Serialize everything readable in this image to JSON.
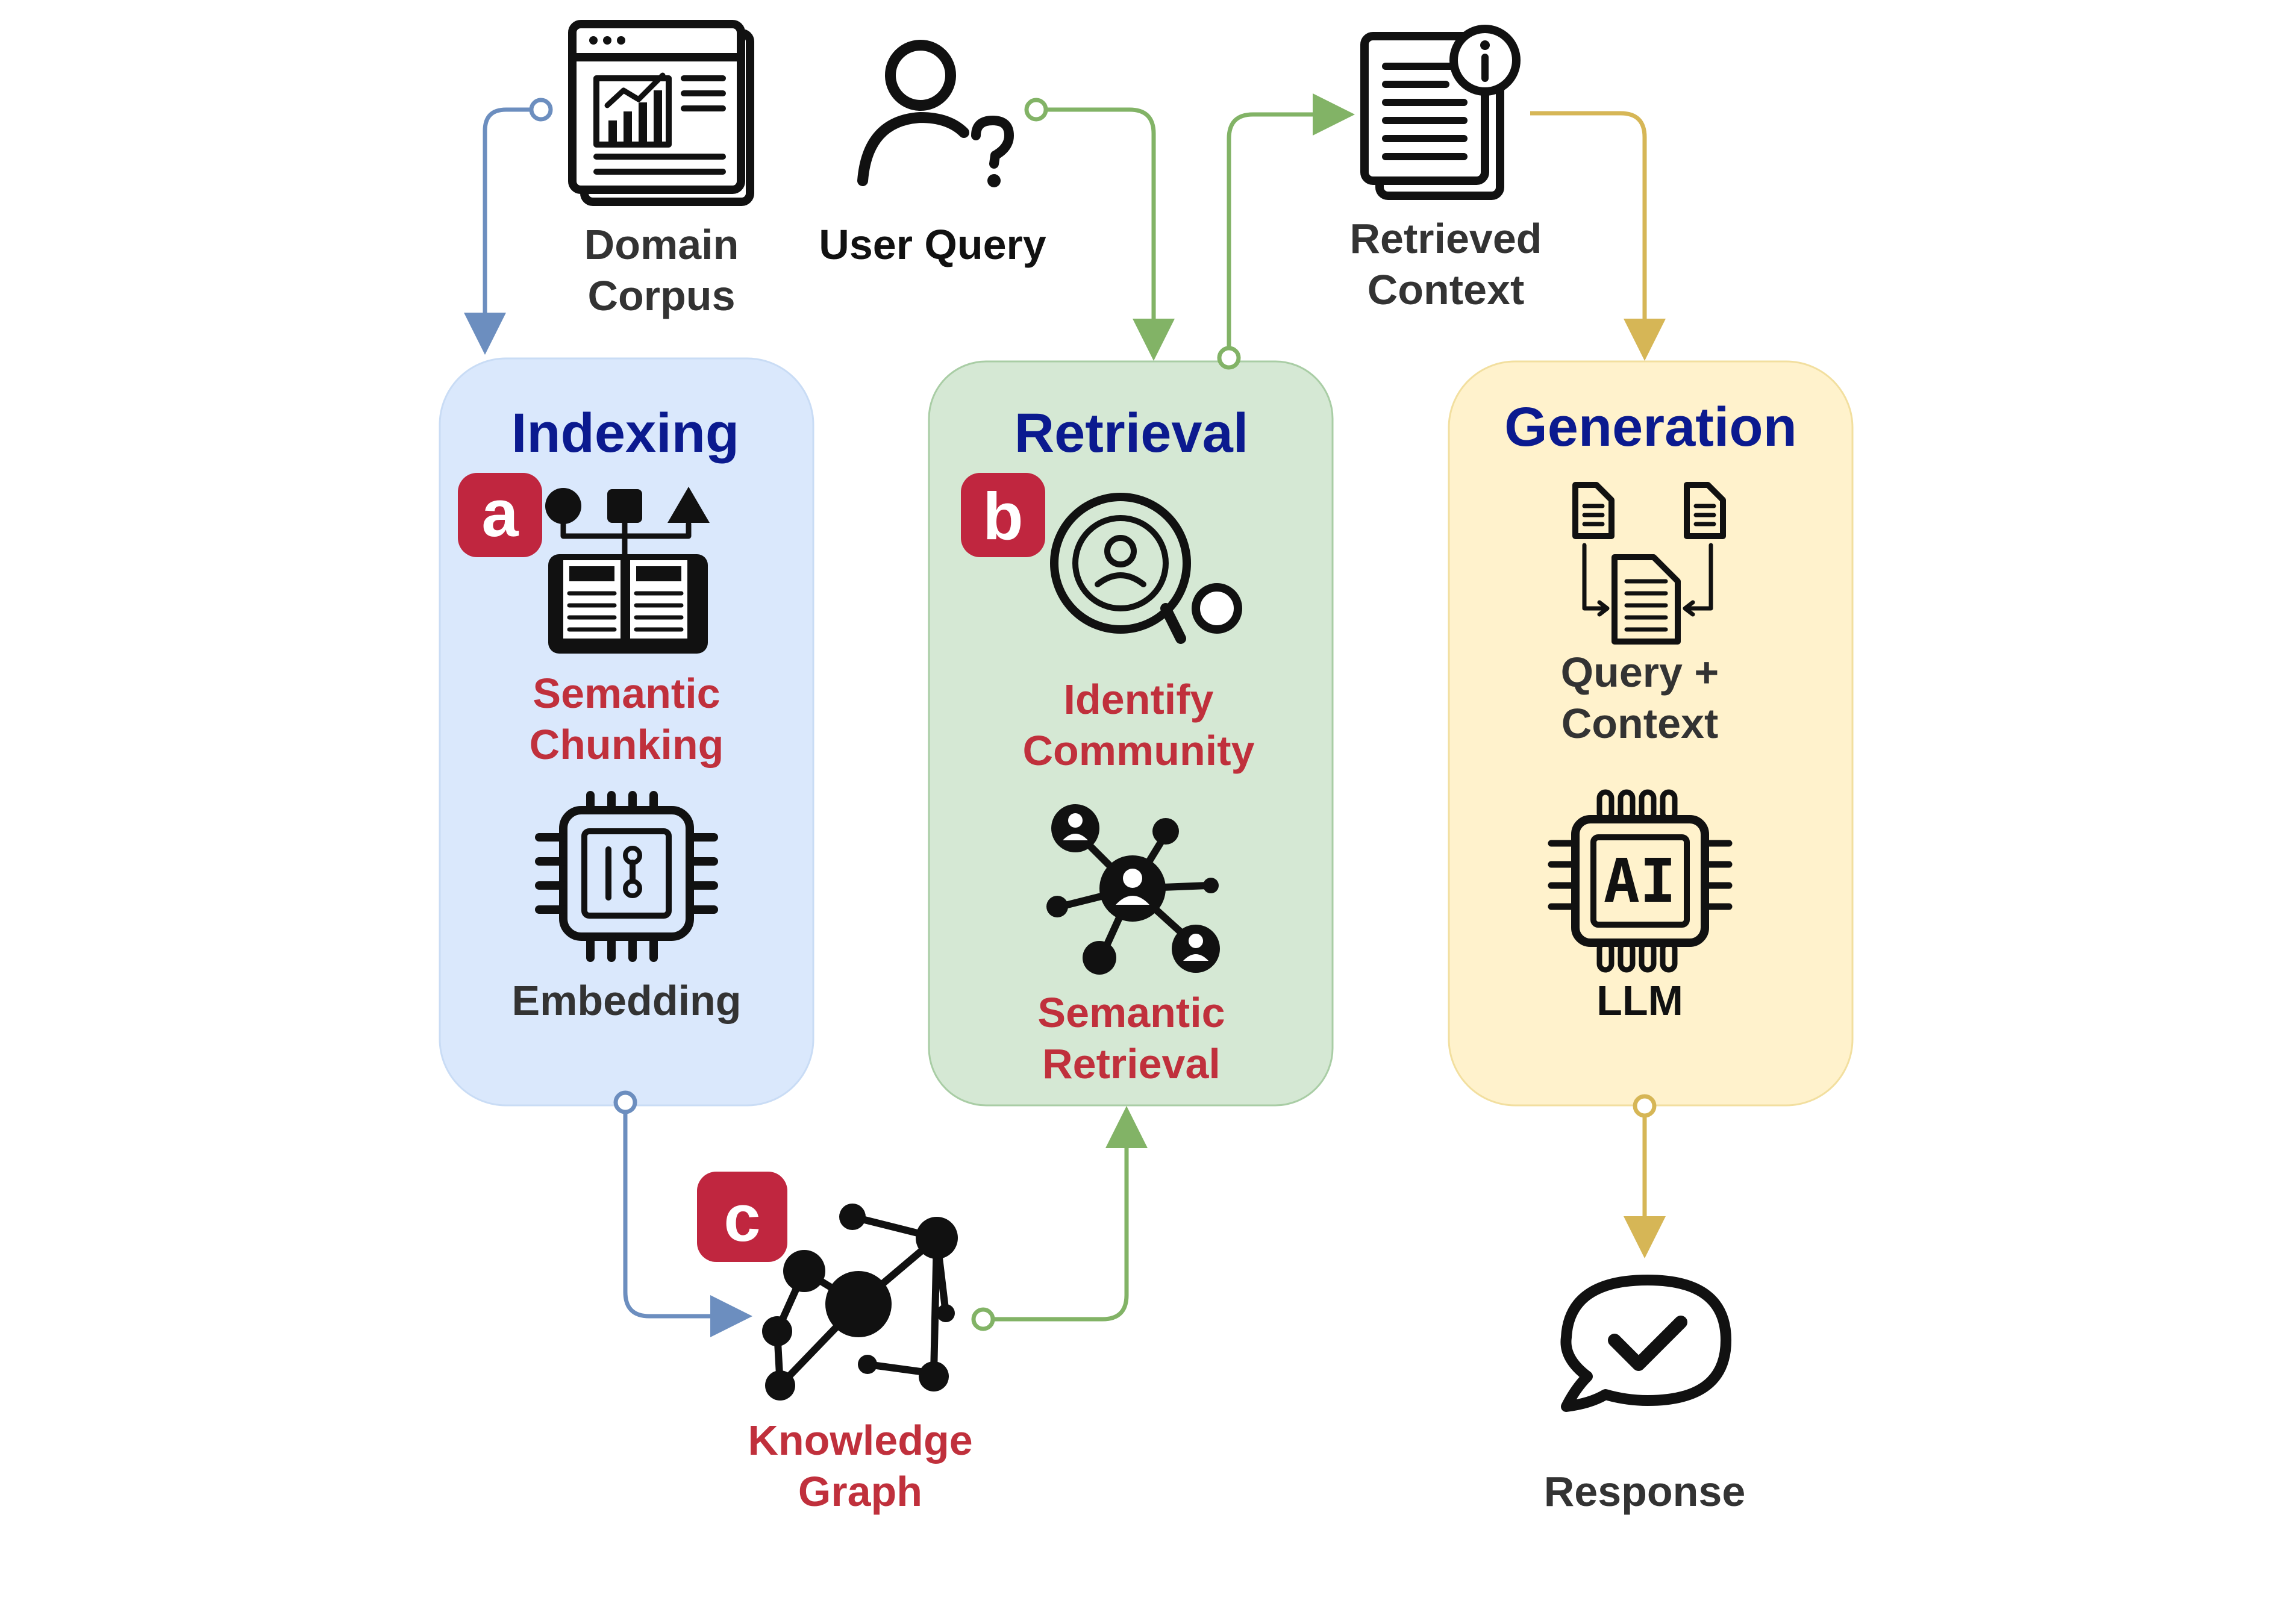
{
  "inputs": {
    "domain_corpus": [
      "Domain",
      "Corpus"
    ],
    "user_query": "User Query",
    "retrieved_context": [
      "Retrieved",
      "Context"
    ]
  },
  "indexing": {
    "title": "Indexing",
    "badge": "a",
    "step1": [
      "Semantic",
      "Chunking"
    ],
    "step2": "Embedding"
  },
  "retrieval": {
    "title": "Retrieval",
    "badge": "b",
    "step1": [
      "Identify",
      "Community"
    ],
    "step2": [
      "Semantic",
      "Retrieval"
    ]
  },
  "generation": {
    "title": "Generation",
    "step1": [
      "Query +",
      "Context"
    ],
    "step2": "LLM",
    "step2_icon_text": "AI"
  },
  "knowledge_graph": {
    "badge": "c",
    "label": [
      "Knowledge",
      "Graph"
    ]
  },
  "output": {
    "response": "Response"
  },
  "colors": {
    "indexing_bg": "#dae8fc",
    "retrieval_bg": "#d5e8d4",
    "generation_bg": "#fff2cc",
    "blue_arrow": "#6c8ebf",
    "green_arrow": "#82b366",
    "gold_arrow": "#d6b656",
    "badge": "#c0263f",
    "title": "#0b1a8f",
    "red_label": "#c0303c"
  }
}
